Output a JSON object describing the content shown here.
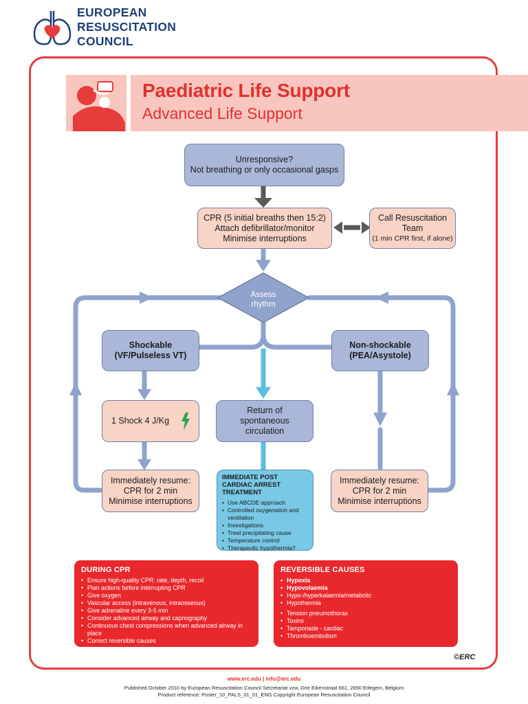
{
  "header": {
    "org_lines": [
      "EUROPEAN",
      "RESUSCITATION",
      "COUNCIL"
    ],
    "title": "Paediatric Life Support",
    "subtitle": "Advanced Life Support"
  },
  "flow": {
    "unresponsive": [
      "Unresponsive?",
      "Not breathing or only occasional gasps"
    ],
    "cpr": [
      "CPR (5 initial breaths then 15:2)",
      "Attach defibrillator/monitor",
      "Minimise interruptions"
    ],
    "call_team": [
      "Call Resuscitation",
      "Team",
      "(1 min CPR first, if alone)"
    ],
    "assess": [
      "Assess",
      "rhythm"
    ],
    "shockable": [
      "Shockable",
      "(VF/Pulseless VT)"
    ],
    "non_shockable": [
      "Non-shockable",
      "(PEA/Asystole)"
    ],
    "shock": "1 Shock 4 J/Kg",
    "rosc": [
      "Return of",
      "spontaneous",
      "circulation"
    ],
    "resume_left": [
      "Immediately resume:",
      "CPR for 2 min",
      "Minimise interruptions"
    ],
    "resume_right": [
      "Immediately resume:",
      "CPR for 2 min",
      "Minimise interruptions"
    ],
    "post_arrest": {
      "title": "IMMEDIATE POST CARDIAC ARREST TREATMENT",
      "items": [
        "Use ABCDE approach",
        "Controlled oxygenation and ventilation",
        "Investigations",
        "Treat precipitating cause",
        "Temperature control",
        "Therapeutic hypothermia?"
      ]
    }
  },
  "during_cpr": {
    "title": "DURING CPR",
    "items": [
      "Ensure high-quality CPR: rate, depth, recoil",
      "Plan actions before interrupting CPR",
      "Give oxygen",
      "Vascular access (intravenous, intraosseous)",
      "Give adrenaline every 3-5 min",
      "Consider advanced airway and capnography",
      "Continuous chest compressions when advanced airway in place",
      "Correct reversible causes"
    ]
  },
  "reversible": {
    "title": "REVERSIBLE CAUSES",
    "items": [
      "Hypoxia",
      "Hypovolaemia",
      "Hypo-/hyperkalaemia/metabolic",
      "Hypothermia",
      "Tension pneumothorax",
      "Toxins",
      "Tamponade - cardiac",
      "Thromboembolism"
    ]
  },
  "copyright_mark": "©ERC",
  "footer": {
    "links": "www.erc.edu | info@erc.edu",
    "published": "Published October 2010 by European Resuscitation Council Secretariat vzw, Drie Eikenstraat 661, 2650 Edegem, Belgium",
    "reference": "Product reference: Poster_10_PALS_01_01_ENG  Copyright European Resuscitation Council"
  },
  "colors": {
    "brand_red": "#e0312e",
    "brand_navy": "#1f3f78",
    "flow_blue": "#8fa3cc",
    "rosc_cyan": "#5bbde3"
  }
}
